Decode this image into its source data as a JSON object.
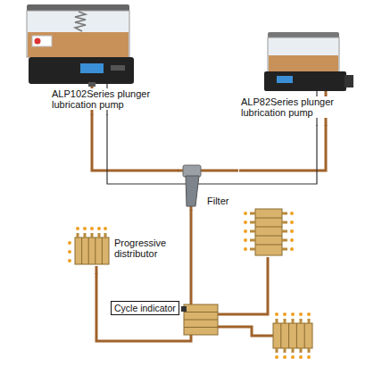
{
  "diagram": {
    "nodes": [
      {
        "text": [
          "ALP102Series plunger lubrication pump"
        ]
      },
      {
        "text": [
          "ALP82Series plunger lubrication pump"
        ]
      },
      {
        "text": [
          "Filter"
        ]
      },
      {
        "text": [
          "Progressive distributor"
        ]
      },
      {
        "text": [
          "Cycle indicator"
        ]
      }
    ],
    "edges": [
      {
        "from": 0,
        "to": 2,
        "arrow": "none"
      },
      {
        "from": 1,
        "to": 2,
        "arrow": "none"
      },
      {
        "from": 0,
        "to": 1,
        "arrow": "none"
      },
      {
        "from": 2,
        "to": 3,
        "arrow": "none"
      }
    ]
  }
}
